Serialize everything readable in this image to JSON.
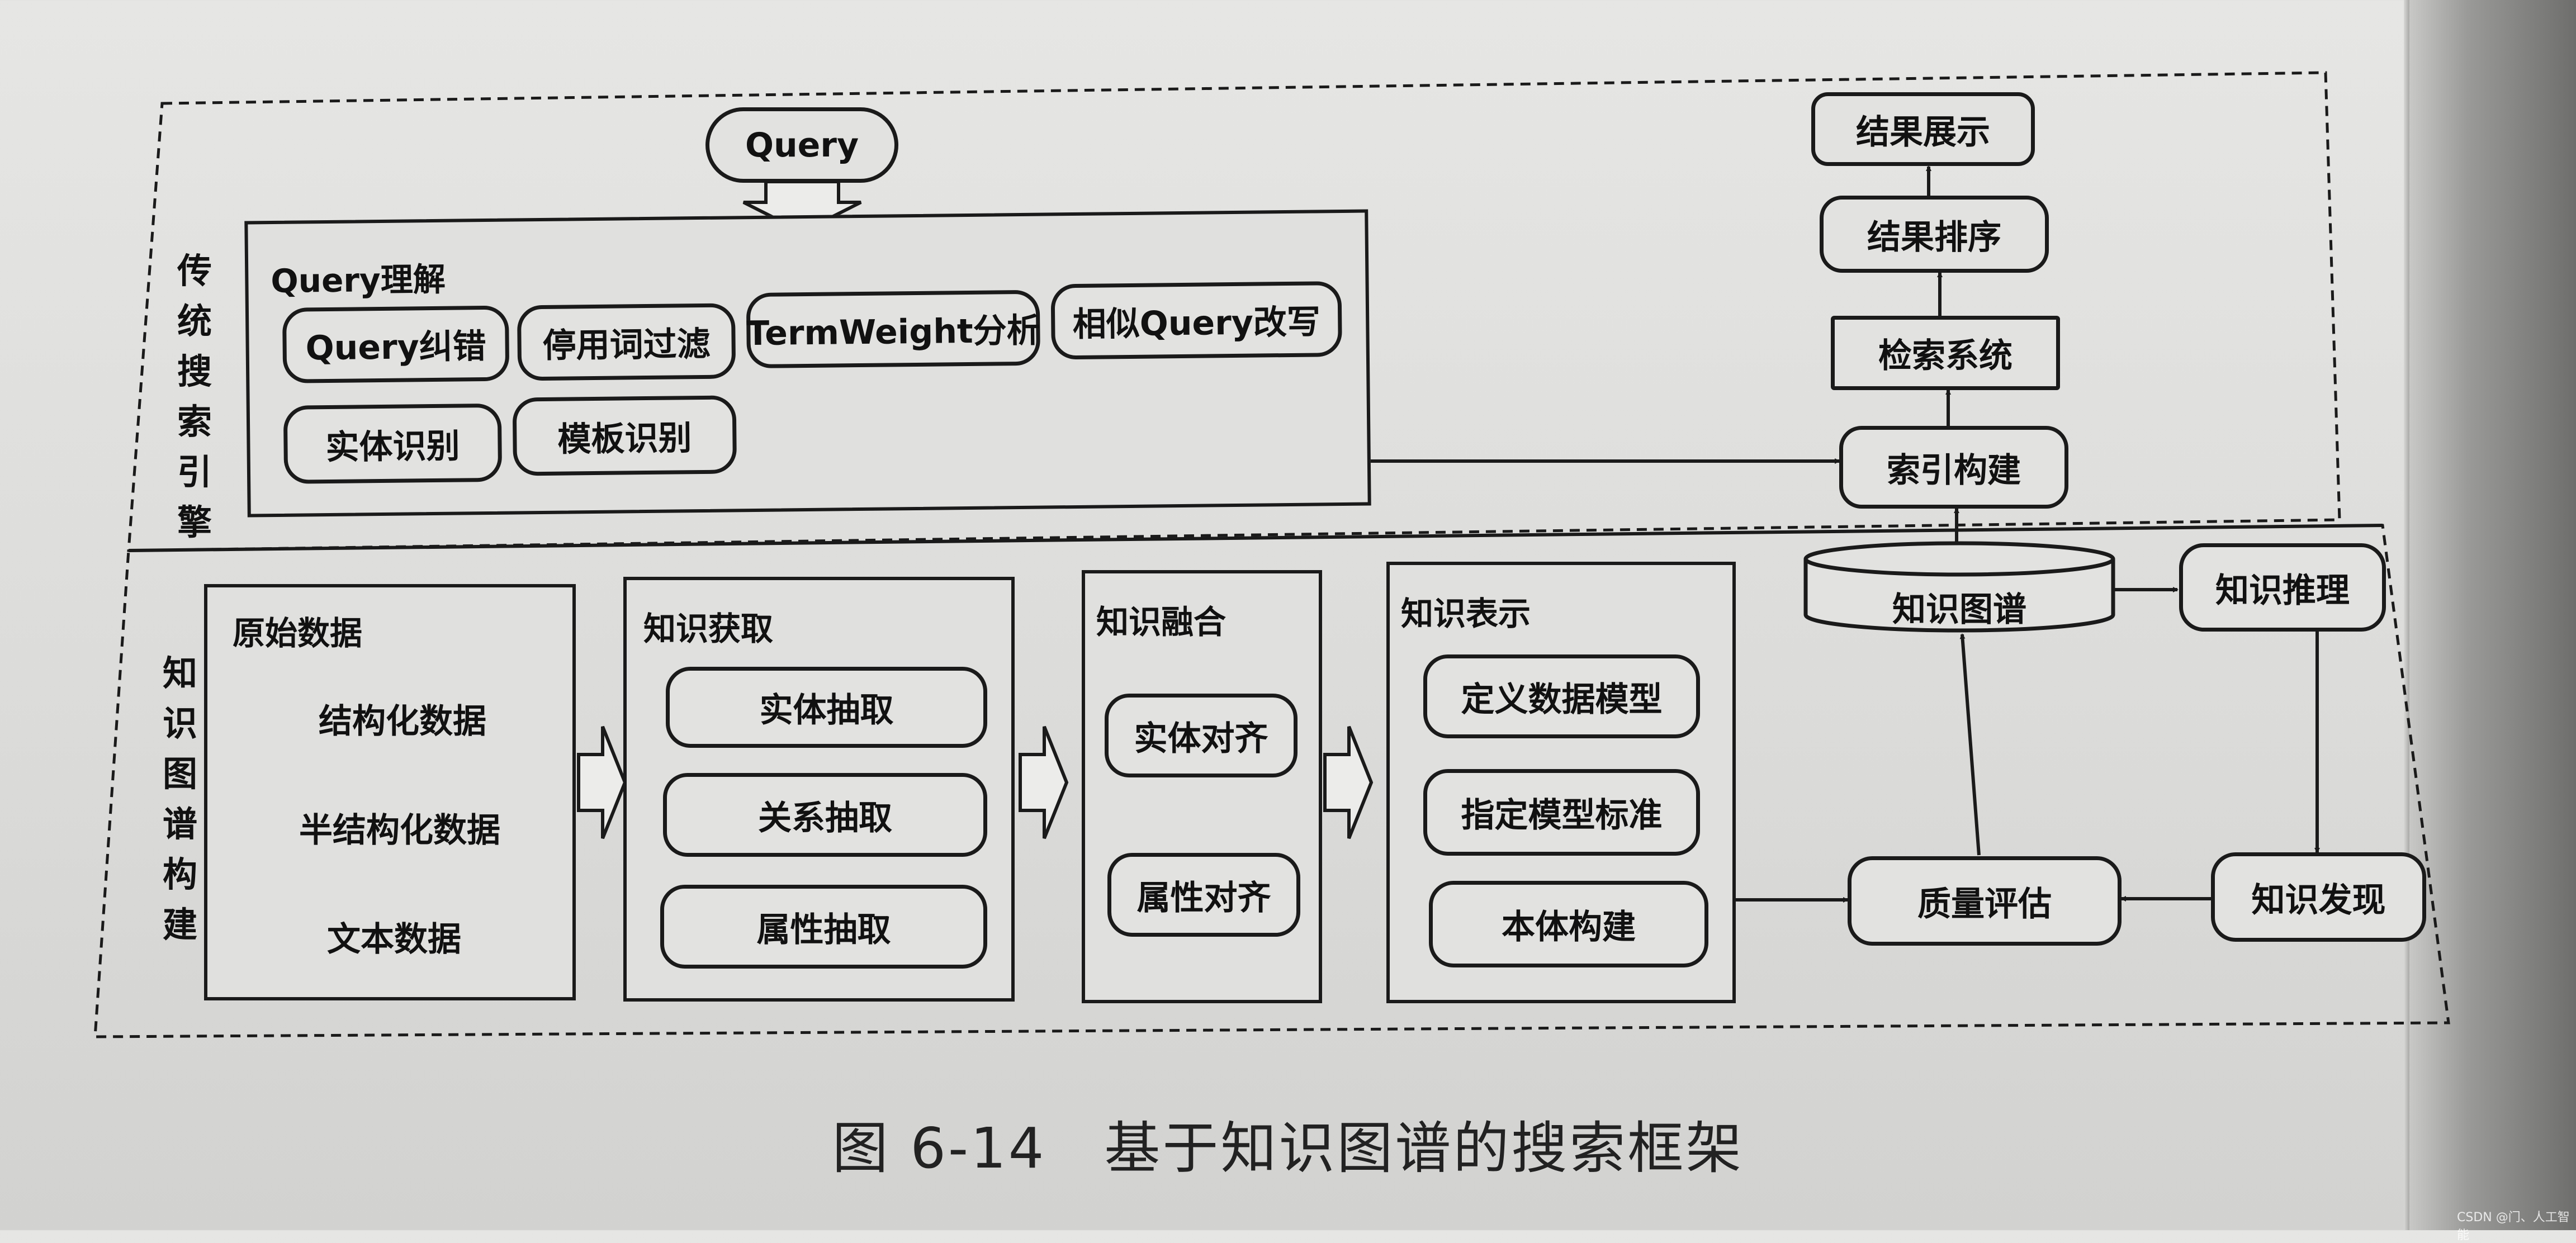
{
  "query": "Query",
  "sections": {
    "traditional": "传统搜索引擎",
    "kg_build": "知识图谱构建"
  },
  "query_understanding": {
    "title": "Query理解",
    "items": [
      "Query纠错",
      "停用词过滤",
      "TermWeight分析",
      "相似Query改写",
      "实体识别",
      "模板识别"
    ]
  },
  "pipeline": {
    "result_display": "结果展示",
    "result_ranking": "结果排序",
    "retrieval_system": "检索系统",
    "index_building": "索引构建",
    "knowledge_graph": "知识图谱",
    "knowledge_reasoning": "知识推理",
    "quality_evaluation": "质量评估",
    "knowledge_discovery": "知识发现"
  },
  "raw_data": {
    "title": "原始数据",
    "items": [
      "结构化数据",
      "半结构化数据",
      "文本数据"
    ]
  },
  "knowledge_acquisition": {
    "title": "知识获取",
    "items": [
      "实体抽取",
      "关系抽取",
      "属性抽取"
    ]
  },
  "knowledge_fusion": {
    "title": "知识融合",
    "items": [
      "实体对齐",
      "属性对齐"
    ]
  },
  "knowledge_representation": {
    "title": "知识表示",
    "items": [
      "定义数据模型",
      "指定模型标准",
      "本体构建"
    ]
  },
  "caption": "图 6-14　基于知识图谱的搜索框架",
  "watermark": "CSDN @门、人工智能"
}
